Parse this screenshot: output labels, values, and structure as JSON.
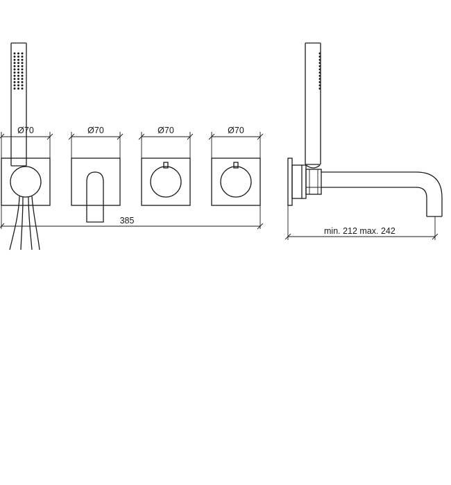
{
  "front_view": {
    "diameter_labels": [
      "Ø70",
      "Ø70",
      "Ø70",
      "Ø70"
    ],
    "total_width_label": "385"
  },
  "side_view": {
    "projection_label": "min. 212 max. 242"
  }
}
